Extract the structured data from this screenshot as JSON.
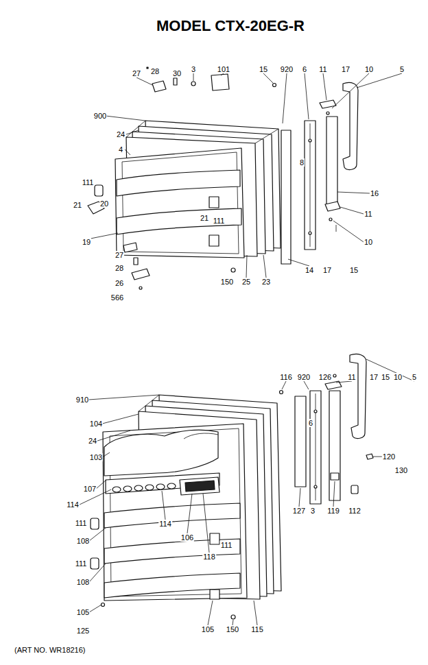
{
  "diagram": {
    "title": "MODEL CTX-20EG-R",
    "labels": [
      "27",
      "28",
      "30",
      "3",
      "101",
      "15",
      "920",
      "6",
      "11",
      "17",
      "10",
      "5",
      "900",
      "24",
      "4",
      "8",
      "111",
      "16",
      "21",
      "20",
      "11",
      "21",
      "111",
      "10",
      "19",
      "27",
      "28",
      "150",
      "25",
      "23",
      "14",
      "17",
      "15",
      "26",
      "566",
      "116",
      "920",
      "126",
      "11",
      "17",
      "15",
      "10",
      "5",
      "910",
      "104",
      "24",
      "103",
      "6",
      "120",
      "130",
      "107",
      "114",
      "111",
      "114",
      "106",
      "108",
      "118",
      "111",
      "127",
      "3",
      "119",
      "112",
      "111",
      "108",
      "105",
      "125",
      "105",
      "150",
      "115",
      "(ART NO. WR18216)"
    ]
  }
}
